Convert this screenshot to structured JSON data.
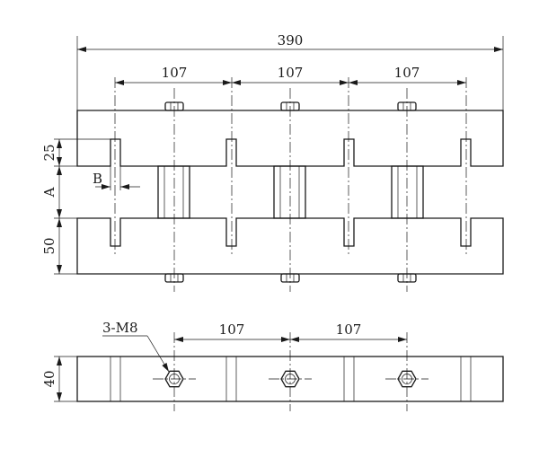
{
  "drawing": {
    "dimensions": {
      "overall_width": "390",
      "pitch_1": "107",
      "pitch_2": "107",
      "pitch_3": "107",
      "slot_height": "25",
      "gap": "A",
      "slot_width": "B",
      "base_height": "50",
      "side_pitch_1": "107",
      "side_pitch_2": "107",
      "side_height": "40"
    },
    "callouts": {
      "thread": "3-M8"
    }
  }
}
